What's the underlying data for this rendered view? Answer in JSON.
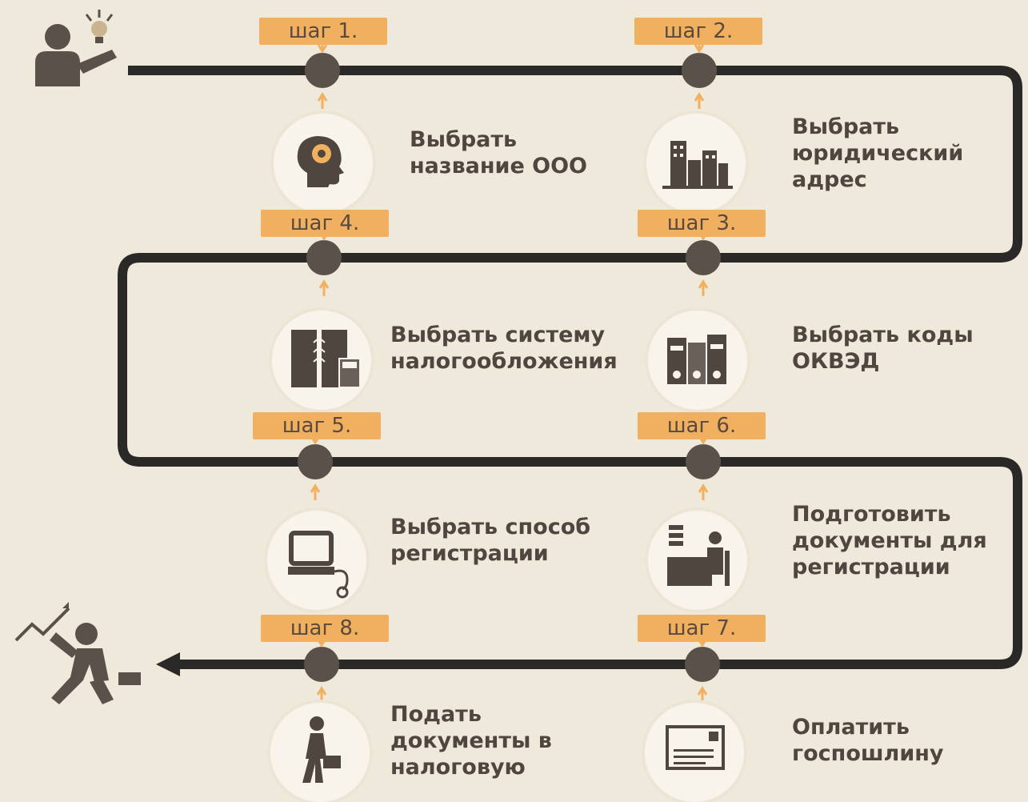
{
  "steps": [
    {
      "badge": "шаг 1.",
      "text": "Выбрать\nназвание ООО",
      "icon": "head-gear-icon"
    },
    {
      "badge": "шаг 2.",
      "text": "Выбрать\nюридический\nадрес",
      "icon": "buildings-icon"
    },
    {
      "badge": "шаг 3.",
      "text": "Выбрать коды\nОКВЭД",
      "icon": "binders-icon"
    },
    {
      "badge": "шаг 4.",
      "text": "Выбрать систему\nналогообложения",
      "icon": "ledger-calculator-icon"
    },
    {
      "badge": "шаг 5.",
      "text": "Выбрать способ\nрегистрации",
      "icon": "computer-icon"
    },
    {
      "badge": "шаг 6.",
      "text": "Подготовить\nдокументы для\nрегистрации",
      "icon": "desk-worker-icon"
    },
    {
      "badge": "шаг 7.",
      "text": "Оплатить\nгоспошлину",
      "icon": "payment-form-icon"
    },
    {
      "badge": "шаг 8.",
      "text": "Подать\nдокументы в\nналоговую",
      "icon": "walking-person-icon"
    }
  ],
  "colors": {
    "line": "#2b2927",
    "node": "#5b514b",
    "badge": "#f0b060",
    "arrow": "#f0b060",
    "text": "#4f4640"
  }
}
